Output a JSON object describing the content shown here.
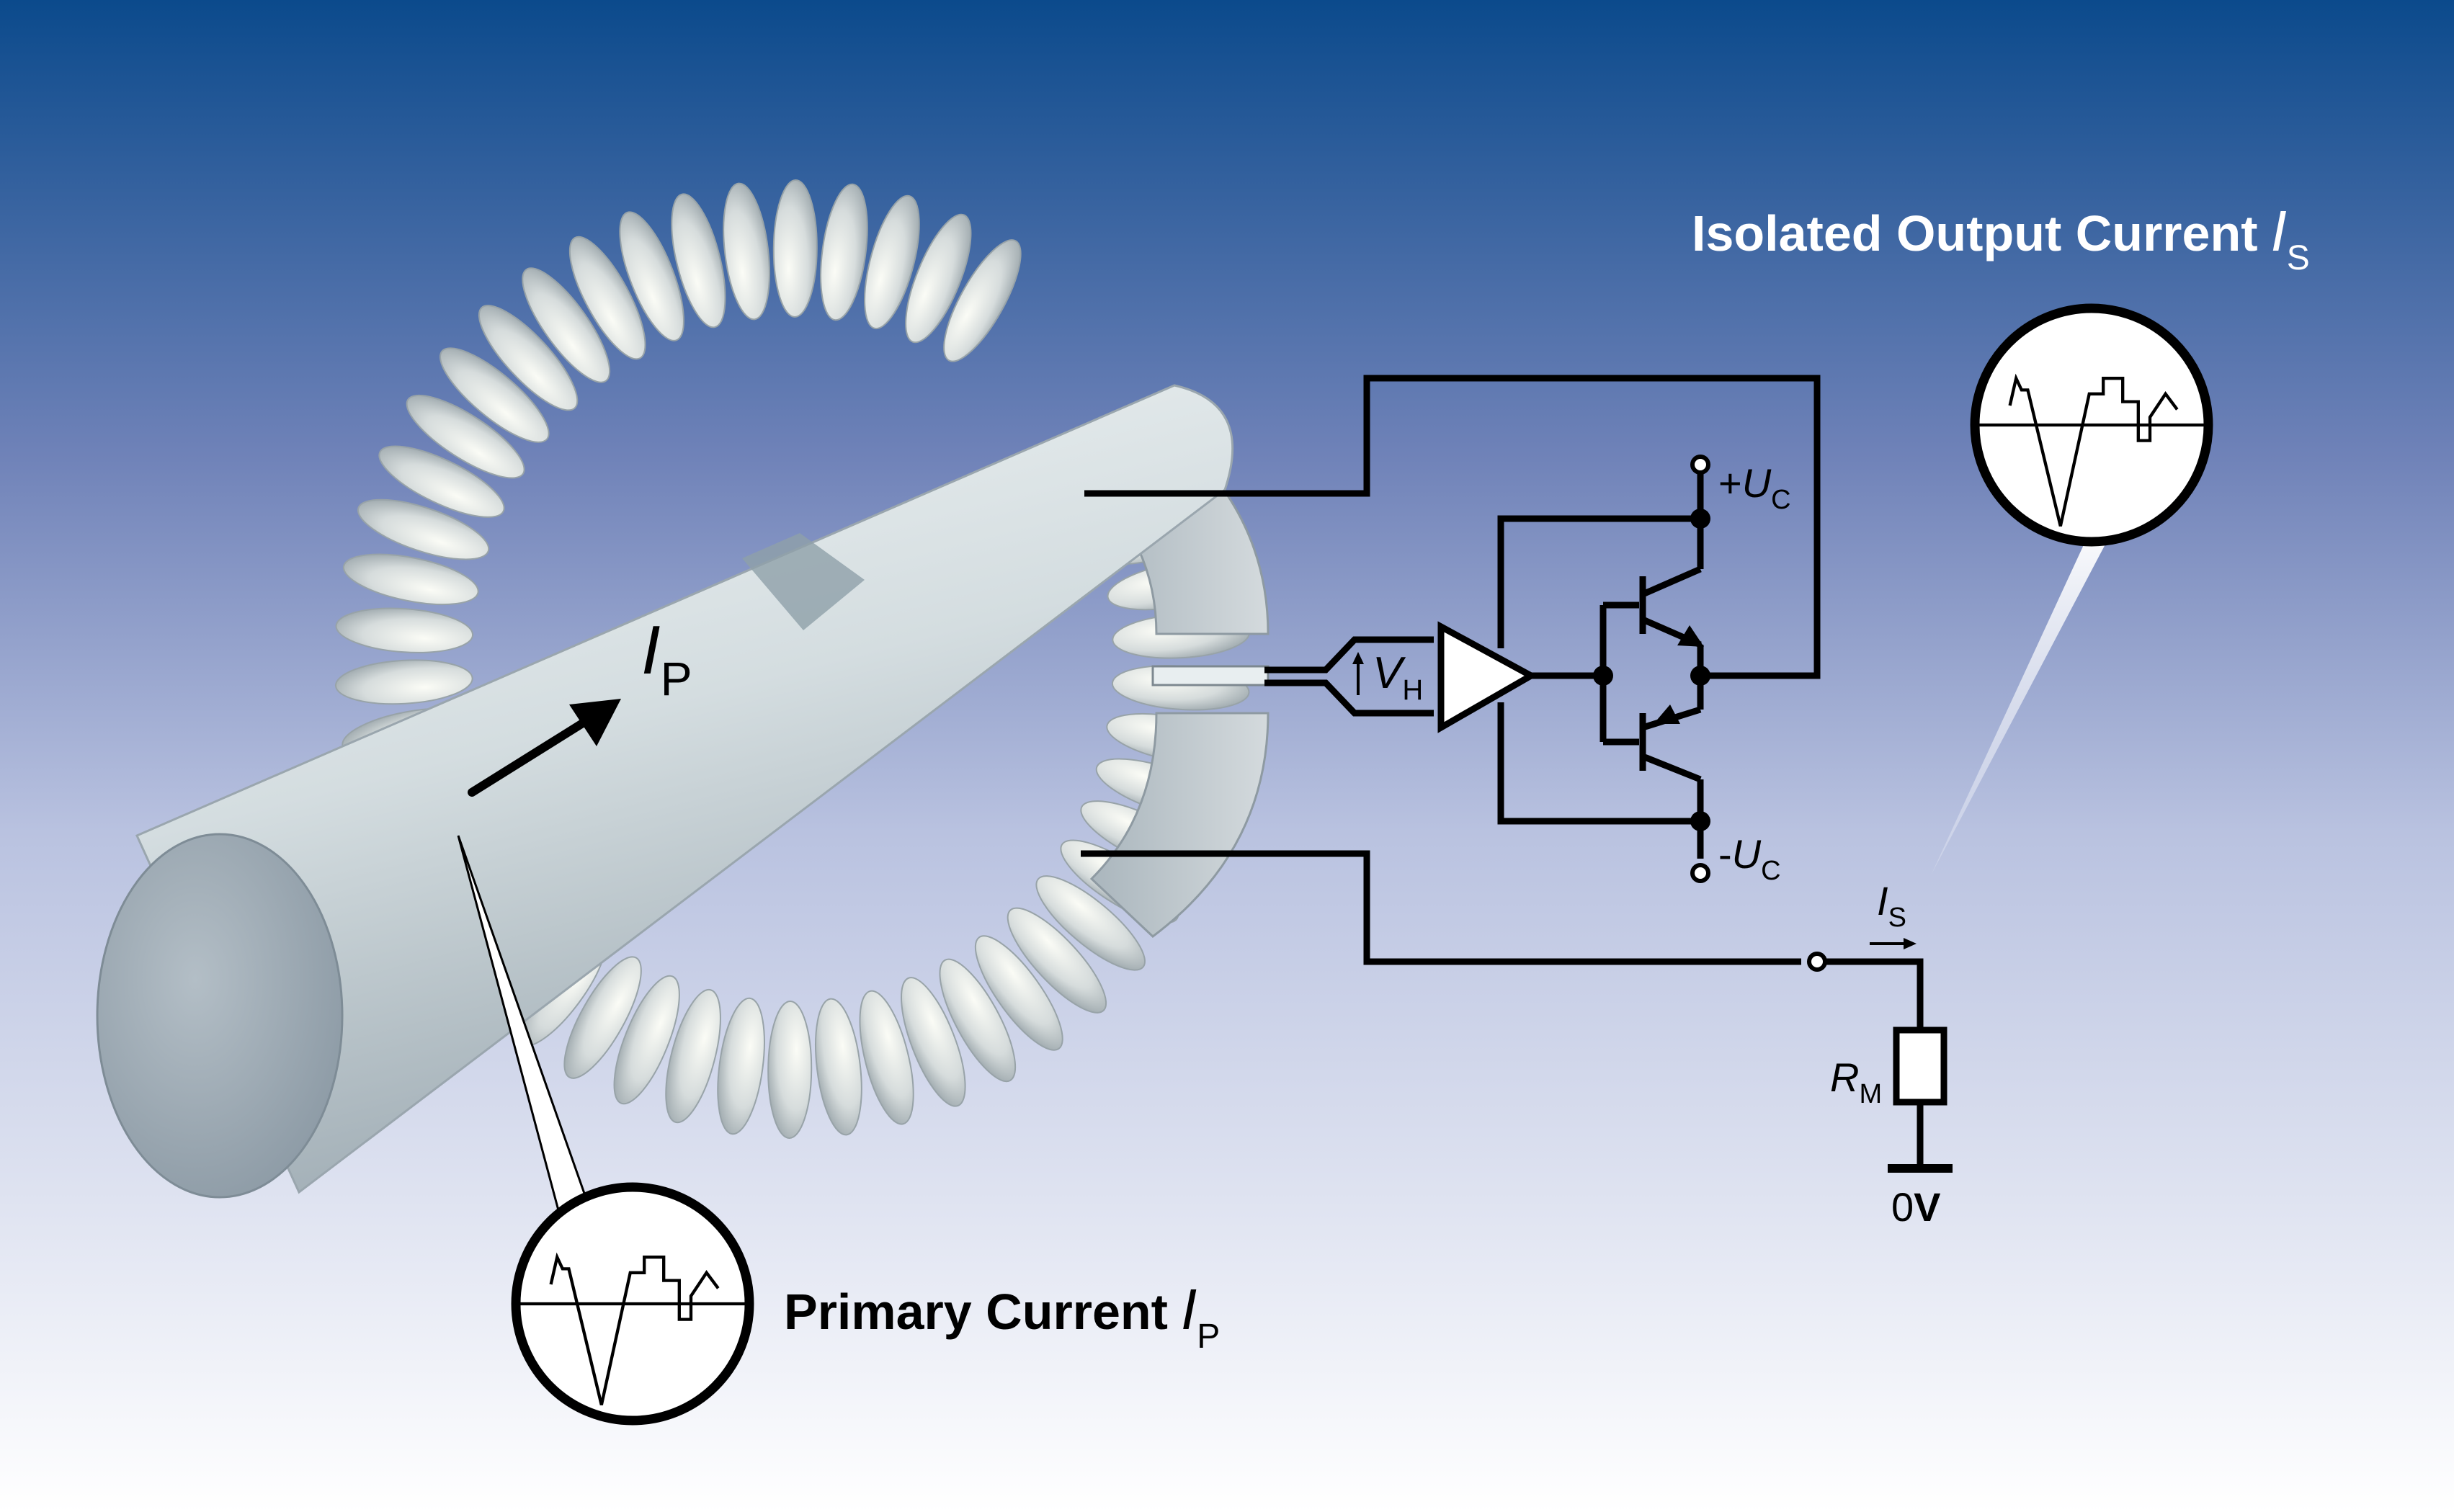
{
  "labels": {
    "output_title": "Isolated Output Current",
    "output_symbol": "I",
    "output_subscript": "S",
    "primary_title": "Primary Current",
    "primary_symbol": "I",
    "primary_subscript": "P",
    "conductor_symbol": "I",
    "conductor_subscript": "P",
    "hall_voltage_symbol": "V",
    "hall_voltage_subscript": "H",
    "supply_plus_prefix": "+",
    "supply_plus_symbol": "U",
    "supply_plus_subscript": "C",
    "supply_minus_prefix": "-",
    "supply_minus_symbol": "U",
    "supply_minus_subscript": "C",
    "sense_current_symbol": "I",
    "sense_current_subscript": "S",
    "resistor_symbol": "R",
    "resistor_subscript": "M",
    "ground_value": "0",
    "ground_unit": "V"
  },
  "colors": {
    "background_top": "#0b4a8c",
    "background_mid": "#9aa7d0",
    "background_bottom": "#ffffff",
    "conductor": "#cfd8dc",
    "coil": "#d6dcdc",
    "line": "#000000",
    "output_title_text": "#ffffff",
    "primary_title_text": "#000000"
  },
  "icons": [
    "current-arrow-icon",
    "waveform-scope-icon",
    "amplifier-triangle-icon",
    "npn-transistor-icon",
    "pnp-transistor-icon",
    "resistor-icon",
    "ground-icon",
    "terminal-node-icon"
  ]
}
